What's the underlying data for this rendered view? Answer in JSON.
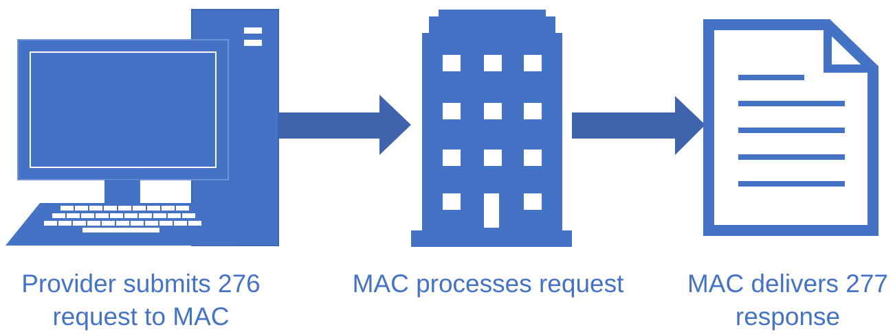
{
  "colors": {
    "icon_fill": "#4472c4",
    "icon_outline": "#2f5597",
    "arrow_fill": "#3f63ad",
    "caption_text": "#4472c4",
    "background": "#ffffff"
  },
  "steps": [
    {
      "icon": "desktop-computer-icon",
      "caption_lines": [
        "Provider submits 276",
        "request to MAC"
      ]
    },
    {
      "icon": "office-building-icon",
      "caption_lines": [
        "MAC processes request"
      ]
    },
    {
      "icon": "document-icon",
      "caption_lines": [
        "MAC delivers 277",
        "response"
      ]
    }
  ],
  "connectors": [
    {
      "icon": "right-arrow-icon",
      "from": 1,
      "to": 2
    },
    {
      "icon": "right-arrow-icon",
      "from": 2,
      "to": 3
    }
  ]
}
